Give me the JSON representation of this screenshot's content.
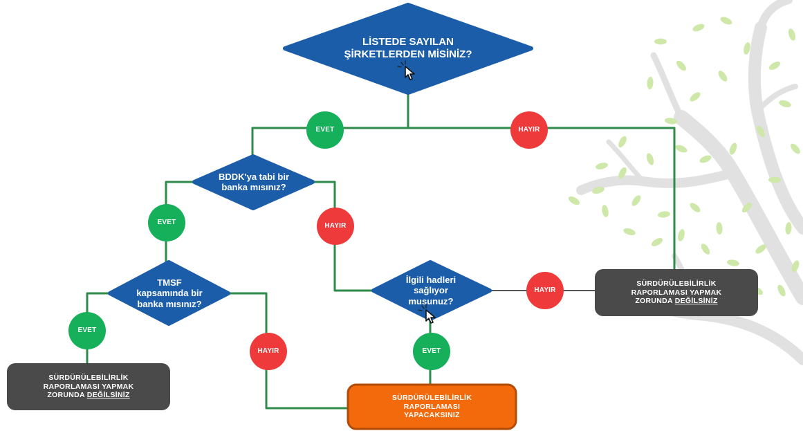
{
  "colors": {
    "connector": "#2e8b4a",
    "diamond": "#1b5da8",
    "yes_circle": "#17b05a",
    "no_circle": "#ee3a3a",
    "box_grey": "#4a4a4a",
    "box_orange": "#f26a0c",
    "box_orange_border": "#b24a08",
    "tree_leaf": "#a9d66a",
    "tree_branch": "#c8c8c8"
  },
  "questions": {
    "q1_line1": "LİSTEDE SAYILAN",
    "q1_line2": "ŞİRKETLERDEN MİSİNİZ?",
    "q2_line1": "BDDK'ya tabi bir",
    "q2_line2": "banka mısınız?",
    "q3_line1": "TMSF",
    "q3_line2": "kapsamında bir",
    "q3_line3": "banka mısınız?",
    "q4_line1": "İlgili hadleri",
    "q4_line2": "sağlıyor",
    "q4_line3": "musunuz?"
  },
  "answers": {
    "yes": "EVET",
    "no": "HAYIR"
  },
  "results": {
    "not_required_line1": "SÜRDÜRÜLEBİLİRLİK",
    "not_required_line2": "RAPORLAMASI YAPMAK",
    "not_required_line3_prefix": "ZORUNDA ",
    "not_required_line3_emph": "DEĞİLSİNİZ",
    "required_line1": "SÜRDÜRÜLEBİLİRLİK",
    "required_line2": "RAPORLAMASI",
    "required_line3": "YAPACAKSINIZ"
  },
  "icons": {
    "cursor": "hand-click-icon",
    "tree": "tree-illustration"
  }
}
